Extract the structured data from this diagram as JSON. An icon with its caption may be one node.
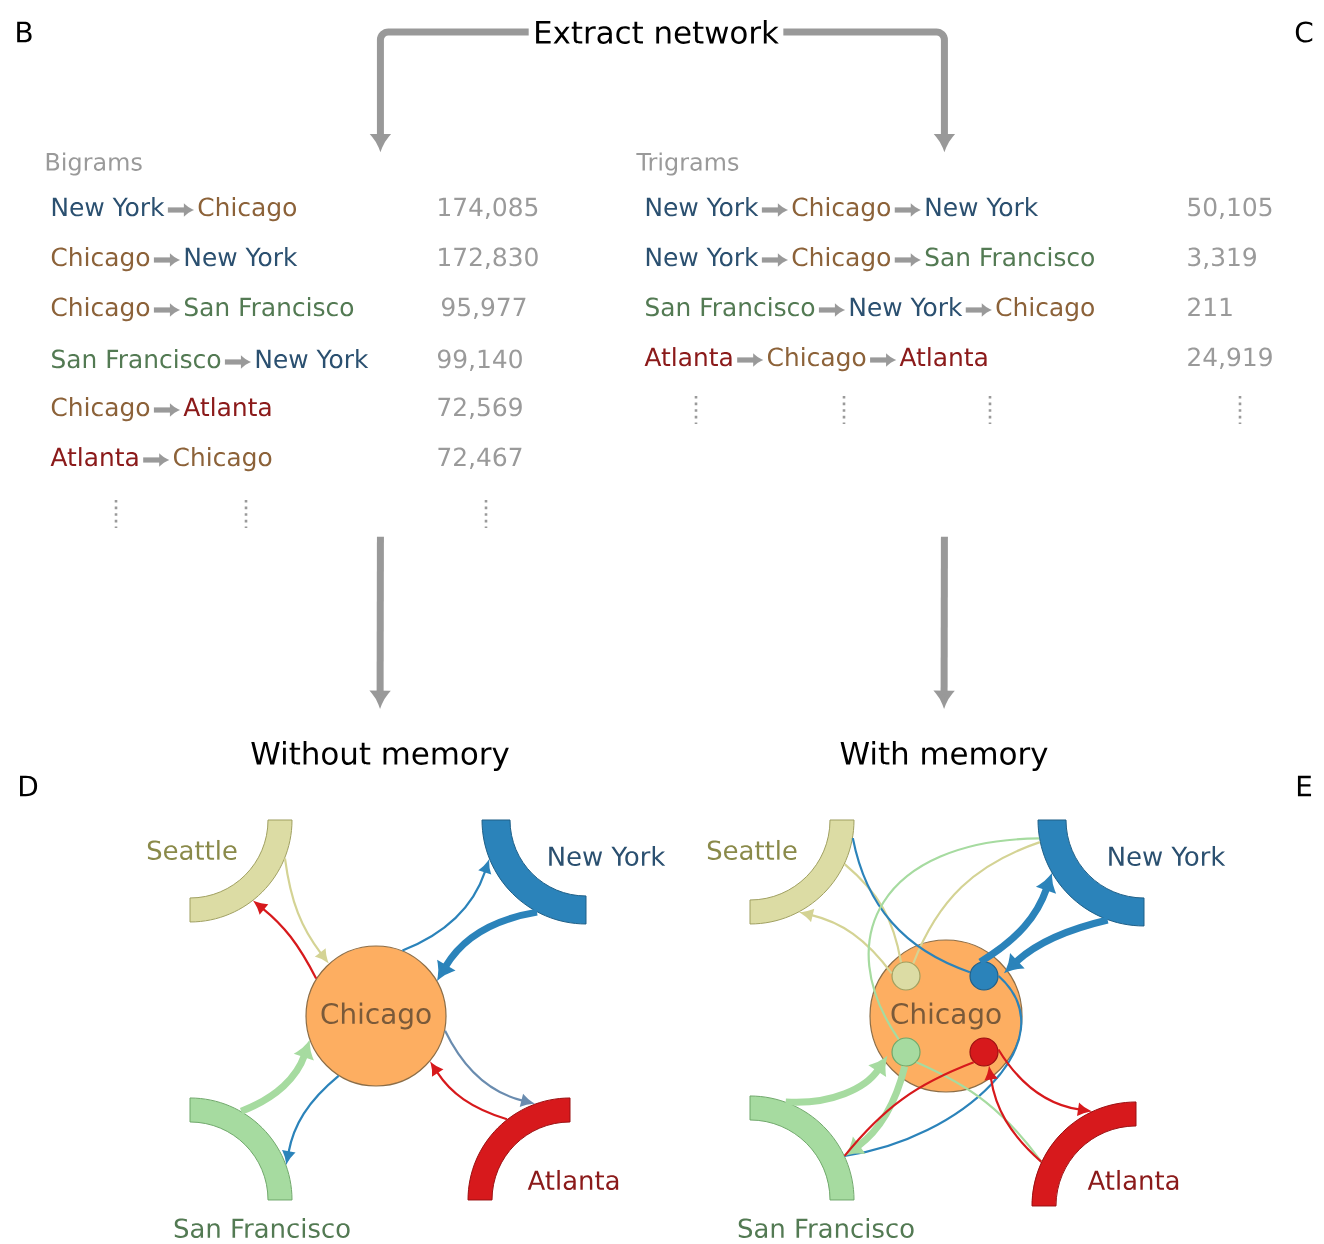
{
  "diagram": {
    "nodes": [
      {
        "text": [
          "Extract network"
        ]
      },
      {
        "text": [
          "Bigrams"
        ]
      },
      {
        "text": [
          "Trigrams"
        ]
      },
      {
        "text": [
          "Without memory"
        ]
      },
      {
        "text": [
          "With memory"
        ]
      },
      {
        "text": [
          "Seattle"
        ]
      },
      {
        "text": [
          "New York"
        ]
      },
      {
        "text": [
          "Chicago"
        ]
      },
      {
        "text": [
          "San Francisco"
        ]
      },
      {
        "text": [
          "Atlanta"
        ]
      },
      {
        "text": [
          "Seattle"
        ]
      },
      {
        "text": [
          "New York"
        ]
      },
      {
        "text": [
          "Chicago"
        ]
      },
      {
        "text": [],
        "shape": "circle",
        "in": 12
      },
      {
        "text": [],
        "shape": "circle",
        "in": 12
      },
      {
        "text": [],
        "shape": "circle",
        "in": 12
      },
      {
        "text": [],
        "shape": "circle",
        "in": 12
      },
      {
        "text": [
          "San Francisco"
        ]
      },
      {
        "text": [
          "Atlanta"
        ]
      }
    ],
    "edges": [
      {
        "from": 0,
        "to": 1,
        "arrow": "to",
        "style": "thick",
        "color": "#999999"
      },
      {
        "from": 0,
        "to": 2,
        "arrow": "to",
        "style": "thick",
        "color": "#999999"
      },
      {
        "from": 1,
        "to": 3,
        "arrow": "to",
        "style": "thick",
        "color": "#999999"
      },
      {
        "from": 2,
        "to": 4,
        "arrow": "to",
        "style": "thick",
        "color": "#999999"
      },
      {
        "from": 5,
        "to": 7,
        "arrow": "to",
        "color": "#d4d394"
      },
      {
        "from": 7,
        "to": 5,
        "arrow": "to",
        "color": "#d7191c"
      },
      {
        "from": 6,
        "to": 7,
        "arrow": "to",
        "style": "thick",
        "color": "#2b83ba"
      },
      {
        "from": 7,
        "to": 6,
        "arrow": "to",
        "color": "#2b83ba"
      },
      {
        "from": 8,
        "to": 7,
        "arrow": "to",
        "style": "thick",
        "color": "#a6dba0"
      },
      {
        "from": 7,
        "to": 8,
        "arrow": "to",
        "color": "#2b83ba"
      },
      {
        "from": 9,
        "to": 7,
        "arrow": "to",
        "color": "#d7191c"
      },
      {
        "from": 7,
        "to": 9,
        "arrow": "to",
        "color": "#6a8caf"
      },
      {
        "from": 10,
        "to": 13,
        "arrow": "none",
        "color": "#d4d394"
      },
      {
        "from": 13,
        "to": 10,
        "arrow": "to",
        "color": "#d4d394"
      },
      {
        "from": 13,
        "to": 11,
        "arrow": "none",
        "color": "#d4d394"
      },
      {
        "from": 11,
        "to": 14,
        "arrow": "to",
        "style": "thick",
        "color": "#2b83ba"
      },
      {
        "from": 14,
        "to": 11,
        "arrow": "to",
        "style": "thick",
        "color": "#2b83ba"
      },
      {
        "from": 10,
        "to": 14,
        "arrow": "none",
        "color": "#2b83ba"
      },
      {
        "from": 14,
        "to": 17,
        "arrow": "none",
        "color": "#2b83ba"
      },
      {
        "from": 11,
        "to": 15,
        "arrow": "none",
        "color": "#a6dba0"
      },
      {
        "from": 15,
        "to": 18,
        "arrow": "none",
        "color": "#a6dba0"
      },
      {
        "from": 17,
        "to": 15,
        "arrow": "to",
        "style": "thick",
        "color": "#a6dba0"
      },
      {
        "from": 15,
        "to": 17,
        "arrow": "to",
        "style": "thick",
        "color": "#a6dba0"
      },
      {
        "from": 18,
        "to": 16,
        "arrow": "to",
        "color": "#d7191c"
      },
      {
        "from": 16,
        "to": 18,
        "arrow": "to",
        "color": "#d7191c"
      },
      {
        "from": 16,
        "to": 17,
        "arrow": "none",
        "color": "#d7191c"
      }
    ],
    "labels": [
      "B",
      "C",
      "New York",
      "Chicago",
      "174,085",
      "Chicago",
      "New York",
      "172,830",
      "Chicago",
      "San Francisco",
      "95,977",
      "San Francisco",
      "New York",
      "99,140",
      "Chicago",
      "Atlanta",
      "72,569",
      "Atlanta",
      "Chicago",
      "72,467",
      "New York",
      "Chicago",
      "New York",
      "50,105",
      "New York",
      "Chicago",
      "San Francisco",
      "3,319",
      "San Francisco",
      "New York",
      "Chicago",
      "211",
      "Atlanta",
      "Chicago",
      "Atlanta",
      "24,919",
      "D",
      "E"
    ]
  }
}
